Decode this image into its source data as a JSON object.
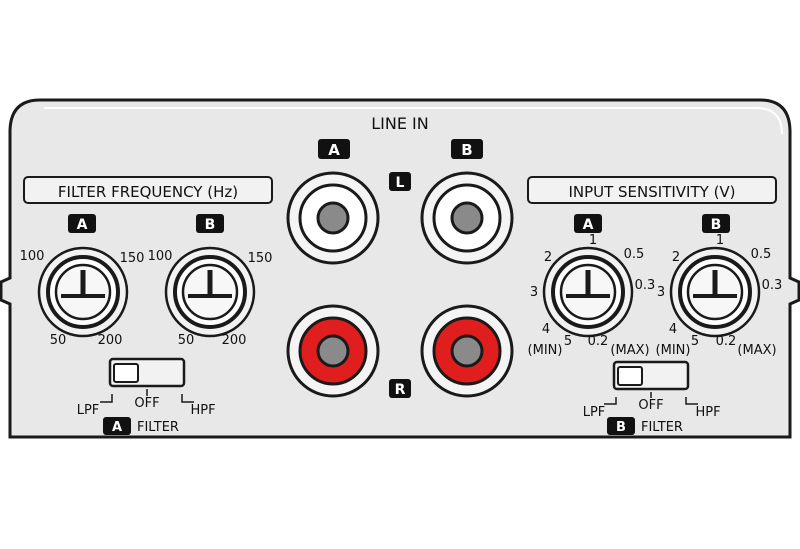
{
  "panel": {
    "line_in_label": "LINE IN",
    "channel_left": "L",
    "channel_right": "R",
    "input_a": "A",
    "input_b": "B"
  },
  "filter_frequency": {
    "title": "FILTER FREQUENCY (Hz)",
    "knob_a": {
      "label": "A",
      "scale": [
        "100",
        "150",
        "50",
        "200"
      ]
    },
    "knob_b": {
      "label": "B",
      "scale": [
        "100",
        "150",
        "50",
        "200"
      ]
    },
    "switch_a": {
      "lpf": "LPF",
      "off": "OFF",
      "hpf": "HPF",
      "badge": "A",
      "caption": "FILTER"
    }
  },
  "input_sensitivity": {
    "title": "INPUT SENSITIVITY (V)",
    "knob_a": {
      "label": "A",
      "scale": [
        "1",
        "2",
        "0.5",
        "3",
        "0.3",
        "4",
        "5",
        "0.2",
        "(MIN)",
        "(MAX)"
      ]
    },
    "knob_b": {
      "label": "B",
      "scale": [
        "1",
        "2",
        "0.5",
        "3",
        "0.3",
        "4",
        "5",
        "0.2",
        "(MIN)",
        "(MAX)"
      ]
    },
    "switch_b": {
      "lpf": "LPF",
      "off": "OFF",
      "hpf": "HPF",
      "badge": "B",
      "caption": "FILTER"
    }
  },
  "colors": {
    "panel_fill": "#e8e8e8",
    "outline": "#1a1a1a",
    "rca_red": "#e01e1e",
    "rca_white": "#ffffff",
    "pin_gray": "#8a8a8a"
  }
}
